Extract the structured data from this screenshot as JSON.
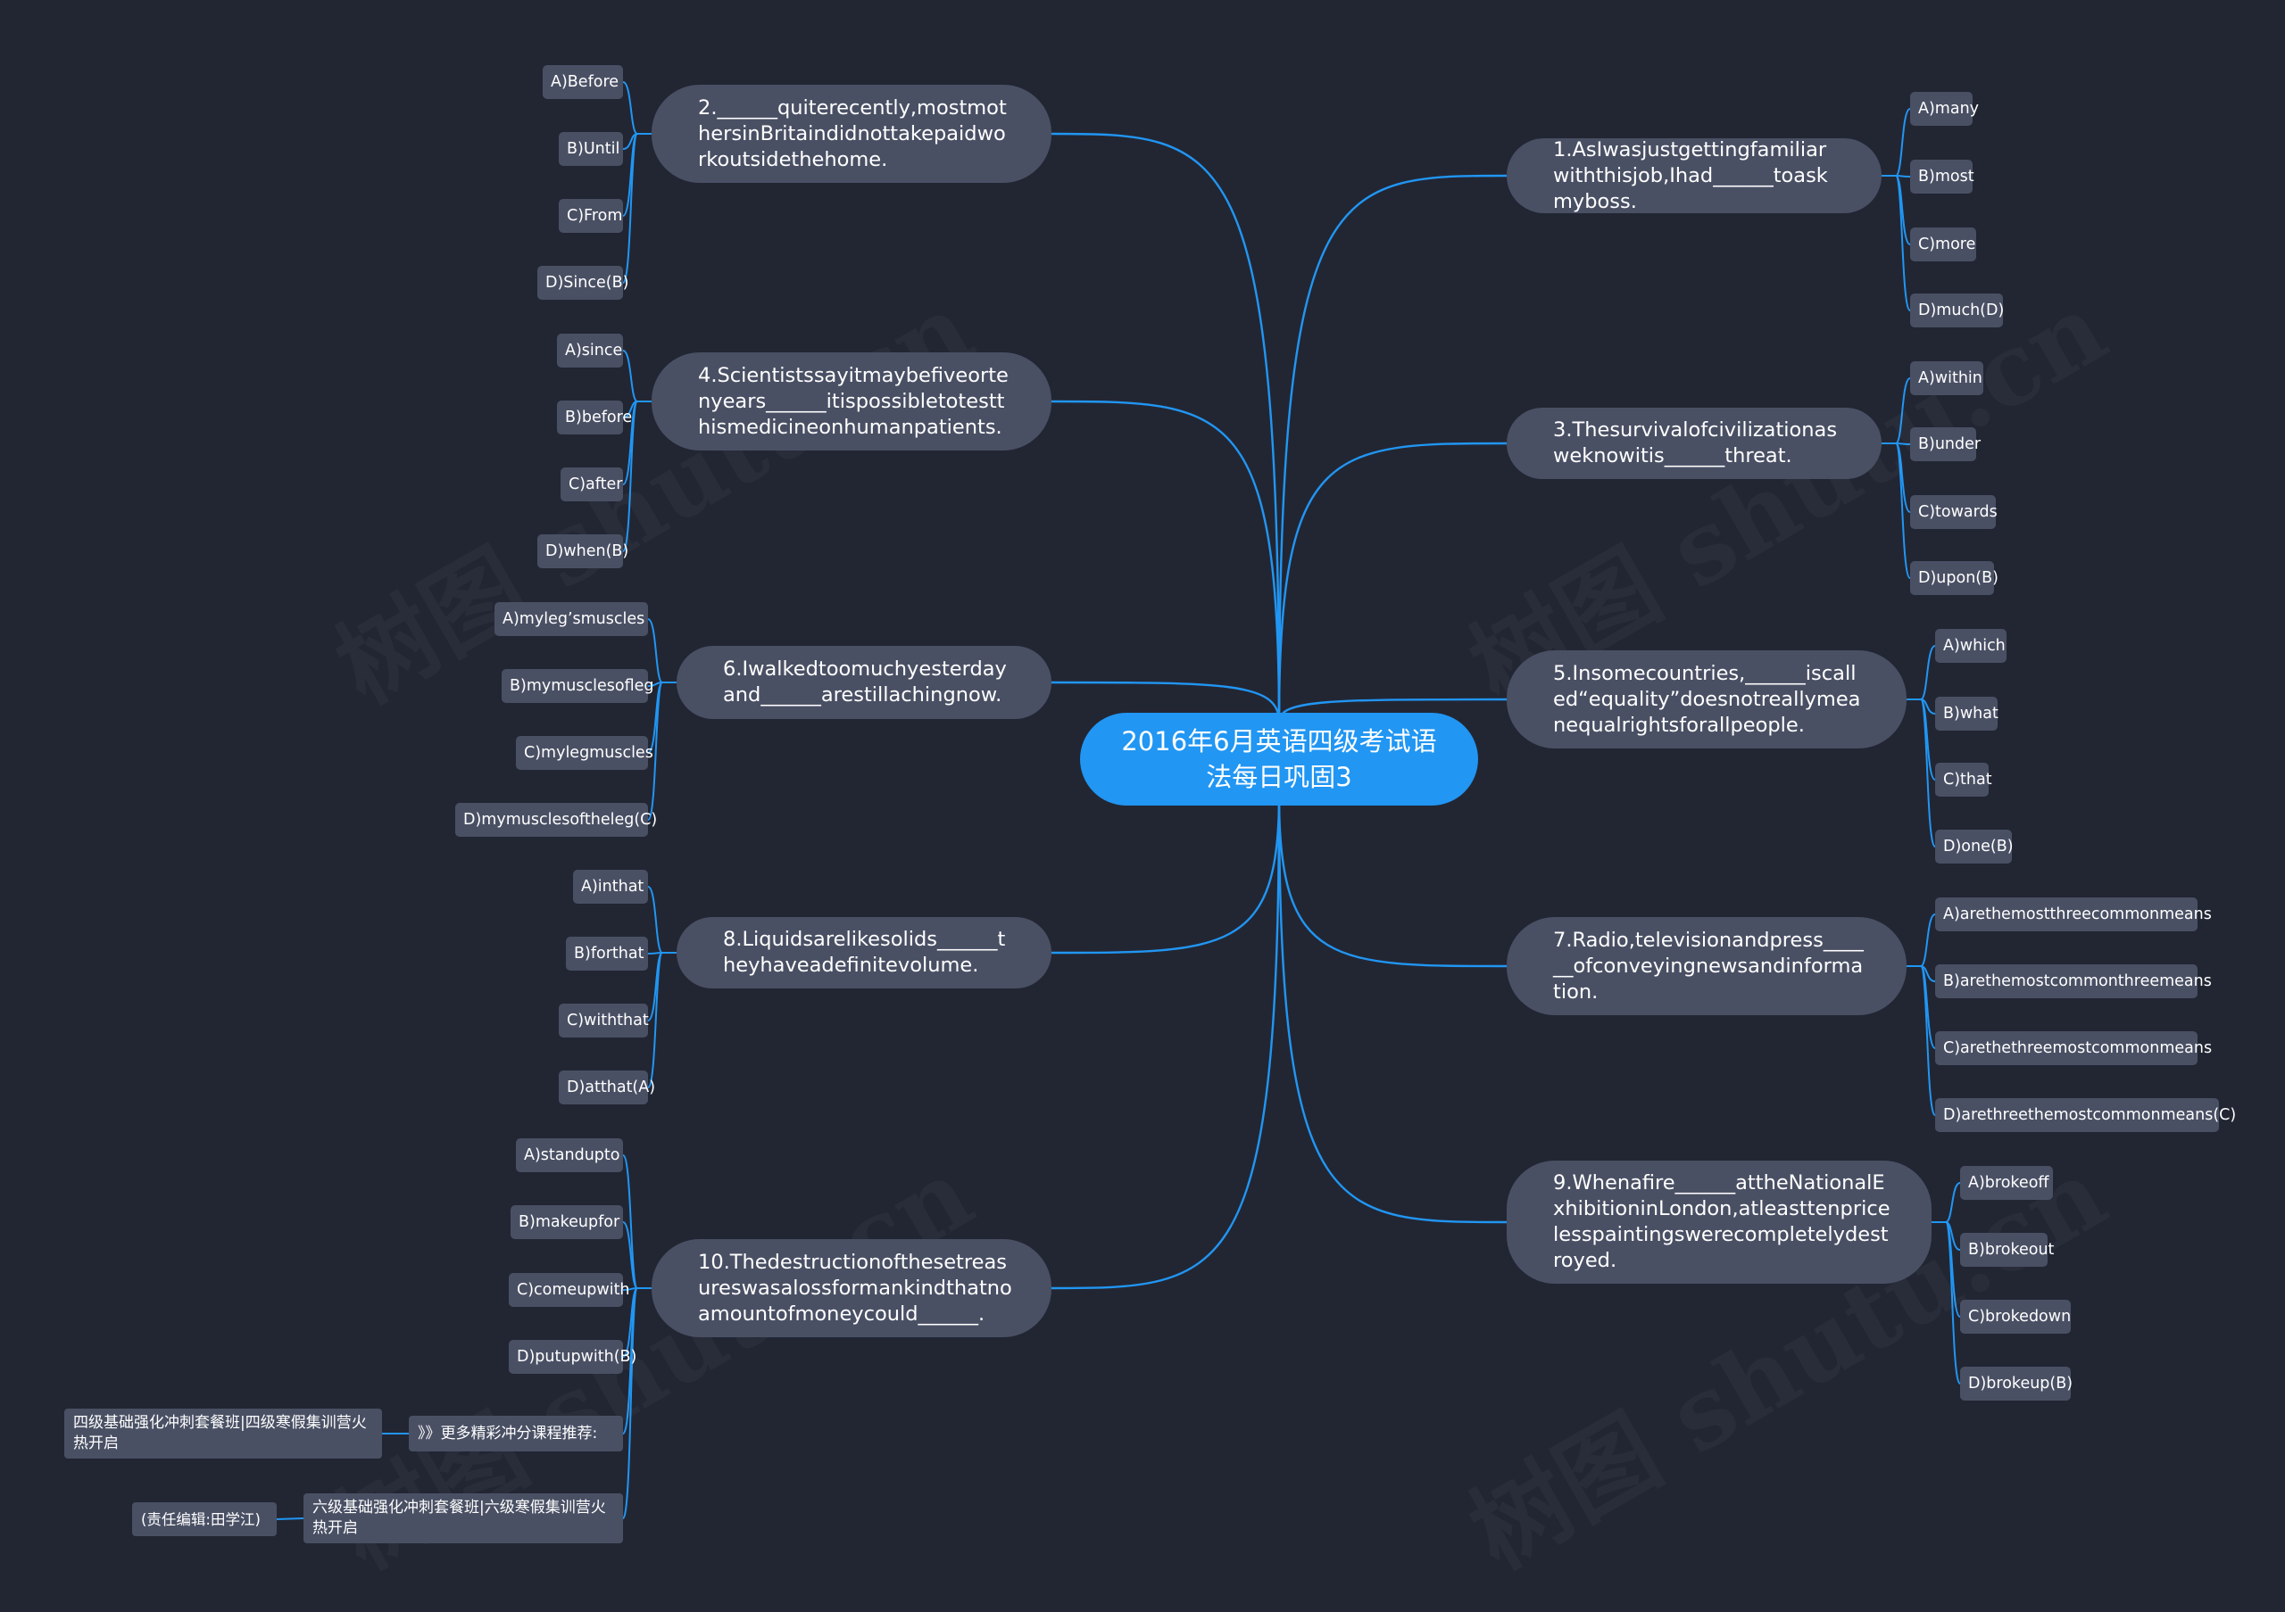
{
  "root": {
    "title": "2016年6月英语四级考试语法每日巩固3"
  },
  "questions": [
    {
      "id": "q1",
      "text": "1.AsIwasjustgettingfamiliarwiththisjob,Ihad______toaskmyboss.",
      "options": [
        "A)many",
        "B)most",
        "C)more",
        "D)much(D)"
      ]
    },
    {
      "id": "q2",
      "text": "2.______quiterecently,mostmothersinBritaindidnottakepaidworkoutsidethehome.",
      "options": [
        "A)Before",
        "B)Until",
        "C)From",
        "D)Since(B)"
      ]
    },
    {
      "id": "q3",
      "text": "3.Thesurvivalofcivilizationasweknowitis______threat.",
      "options": [
        "A)within",
        "B)under",
        "C)towards",
        "D)upon(B)"
      ]
    },
    {
      "id": "q4",
      "text": "4.Scientistssayitmaybefiveortenyears______itispossibletotestthismedicineonhumanpatients.",
      "options": [
        "A)since",
        "B)before",
        "C)after",
        "D)when(B)"
      ]
    },
    {
      "id": "q5",
      "text": "5.Insomecountries,______iscalled“equality”doesnotreallymeanequalrightsforallpeople.",
      "options": [
        "A)which",
        "B)what",
        "C)that",
        "D)one(B)"
      ]
    },
    {
      "id": "q6",
      "text": "6.Iwalkedtoomuchyesterdayand______arestillachingnow.",
      "options": [
        "A)myleg’smuscles",
        "B)mymusclesofleg",
        "C)mylegmuscles",
        "D)mymusclesoftheleg(C)"
      ]
    },
    {
      "id": "q7",
      "text": "7.Radio,televisionandpress______ofconveyingnewsandinformation.",
      "options": [
        "A)arethemostthreecommonmeans",
        "B)arethemostcommonthreemeans",
        "C)arethethreemostcommonmeans",
        "D)arethreethemostcommonmeans(C)"
      ]
    },
    {
      "id": "q8",
      "text": "8.Liquidsarelikesolids______theyhaveadefinitevolume.",
      "options": [
        "A)inthat",
        "B)forthat",
        "C)withthat",
        "D)atthat(A)"
      ]
    },
    {
      "id": "q9",
      "text": "9.Whenafire______attheNationalExhibitioninLondon,atleasttenpricelesspaintingswerecompletelydestroyed.",
      "options": [
        "A)brokeoff",
        "B)brokeout",
        "C)brokedown",
        "D)brokeup(B)"
      ]
    },
    {
      "id": "q10",
      "text": "10.Thedestructionofthesetreasureswasalossformankindthatnoamountofmoneycould______.",
      "options": [
        "A)standupto",
        "B)makeupfor",
        "C)comeupwith",
        "D)putupwith(B)"
      ],
      "extras": [
        {
          "label": "》》更多精彩冲分课程推荐:",
          "child": "四级基础强化冲刺套餐班|四级寒假集训营火热开启"
        },
        {
          "label": "六级基础强化冲刺套餐班|六级寒假集训营火热开启",
          "child": "(责任编辑:田学江)"
        }
      ]
    }
  ],
  "watermark": "树图 shutu.cn",
  "colors": {
    "background": "#222633",
    "root": "#2196f3",
    "node": "#4a5064",
    "line": "#2196f3",
    "text": "#ffffff"
  }
}
